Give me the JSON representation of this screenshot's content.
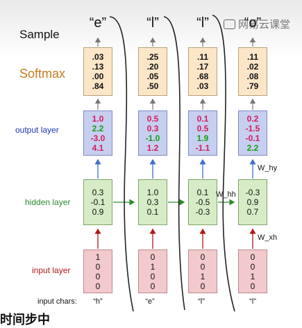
{
  "layers": {
    "sample": "Sample",
    "softmax": "Softmax",
    "output": "output layer",
    "hidden": "hidden layer",
    "input": "input layer",
    "input_chars": "input chars:"
  },
  "columns": [
    {
      "sample": "“e”",
      "softmax": [
        ".03",
        ".13",
        ".00",
        ".84"
      ],
      "output": [
        "1.0",
        "2.2",
        "-3.0",
        "4.1"
      ],
      "hidden": [
        "0.3",
        "-0.1",
        "0.9"
      ],
      "input": [
        "1",
        "0",
        "0",
        "0"
      ],
      "char": "“h”"
    },
    {
      "sample": "“l”",
      "softmax": [
        ".25",
        ".20",
        ".05",
        ".50"
      ],
      "output": [
        "0.5",
        "0.3",
        "-1.0",
        "1.2"
      ],
      "hidden": [
        "1.0",
        "0.3",
        "0.1"
      ],
      "input": [
        "0",
        "1",
        "0",
        "0"
      ],
      "char": "“e”"
    },
    {
      "sample": "“l”",
      "softmax": [
        ".11",
        ".17",
        ".68",
        ".03"
      ],
      "output": [
        "0.1",
        "0.5",
        "1.9",
        "-1.1"
      ],
      "hidden": [
        "0.1",
        "-0.5",
        "-0.3"
      ],
      "input": [
        "0",
        "0",
        "1",
        "0"
      ],
      "char": "“l”"
    },
    {
      "sample": "“o”",
      "softmax": [
        ".11",
        ".02",
        ".08",
        ".79"
      ],
      "output": [
        "0.2",
        "-1.5",
        "-0.1",
        "2.2"
      ],
      "hidden": [
        "-0.3",
        "0.9",
        "0.7"
      ],
      "input": [
        "0",
        "0",
        "1",
        "0"
      ],
      "char": "“l”"
    }
  ],
  "weights": {
    "hh": "W_hh",
    "hy": "W_hy",
    "xh": "W_xh"
  },
  "watermark": "网易云课堂",
  "caption": "时间步中",
  "colors": {
    "softmax_box": "#fbe6c8",
    "output_box": "#c6cfef",
    "hidden_box": "#d6ecc6",
    "input_box": "#f2c9cc",
    "arrow_blue": "#3a6ec8",
    "arrow_red": "#b01818",
    "arrow_green": "#2e8a2e",
    "value_positive": "#159e15",
    "value_negative": "#d41b5c"
  }
}
